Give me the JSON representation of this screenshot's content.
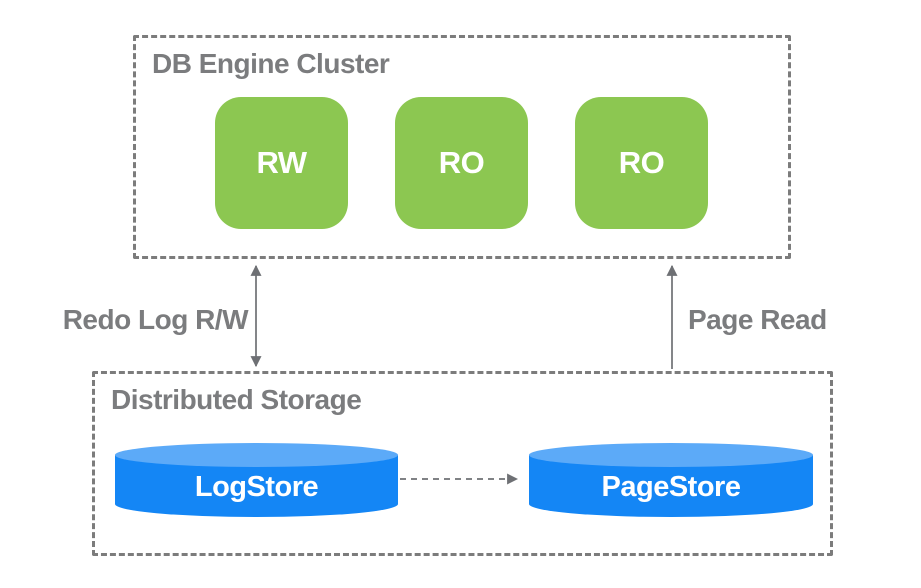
{
  "cluster": {
    "title": "DB Engine Cluster",
    "nodes": [
      {
        "label": "RW"
      },
      {
        "label": "RO"
      },
      {
        "label": "RO"
      }
    ]
  },
  "edges": {
    "redo_log_label": "Redo Log R/W",
    "page_read_label": "Page Read"
  },
  "storage": {
    "title": "Distributed Storage",
    "stores": [
      {
        "label": "LogStore"
      },
      {
        "label": "PageStore"
      }
    ]
  },
  "colors": {
    "node_green": "#8CC751",
    "cylinder_blue": "#1486F5",
    "cylinder_top_blue": "#5CAAF8",
    "border_gray": "#7C7C7C",
    "text_gray": "#7B7C7E",
    "arrow_gray": "#6E7074"
  }
}
